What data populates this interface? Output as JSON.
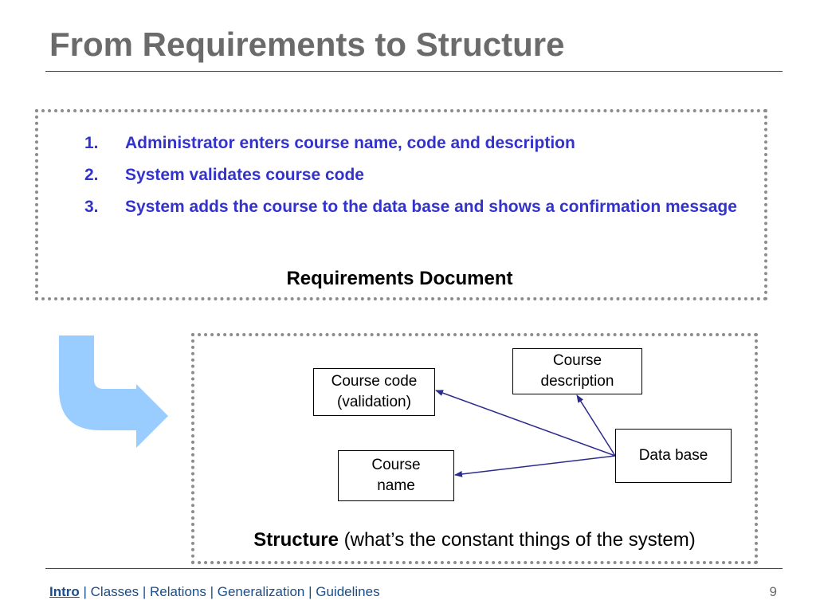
{
  "slide": {
    "title": "From Requirements to Structure",
    "page_number": "9"
  },
  "requirements": {
    "items": [
      {
        "num": "1.",
        "text": "Administrator enters course name, code and description"
      },
      {
        "num": "2.",
        "text": "System validates course code"
      },
      {
        "num": "3.",
        "text": "System adds the course to the data base and shows a confirmation message"
      }
    ],
    "caption": "Requirements Document"
  },
  "structure": {
    "entities": {
      "course_code": {
        "line1": "Course code",
        "line2": "(validation)"
      },
      "course_description": {
        "line1": "Course",
        "line2": "description"
      },
      "course_name": {
        "line1": "Course",
        "line2": "name"
      },
      "data_base": {
        "line1": "Data base"
      }
    },
    "caption_bold": "Structure",
    "caption_rest": " (what’s the constant things of the system)"
  },
  "footer": {
    "nav": [
      {
        "label": "Intro",
        "current": true
      },
      {
        "label": "Classes",
        "current": false
      },
      {
        "label": "Relations",
        "current": false
      },
      {
        "label": "Generalization",
        "current": false
      },
      {
        "label": "Guidelines",
        "current": false
      }
    ],
    "separator": " | "
  },
  "colors": {
    "title": "#6b6b6b",
    "list_text": "#3333cc",
    "rule": "#1a4e8a",
    "arrow_fill": "#99ccff",
    "connector": "#2b2b8c"
  },
  "icons": {
    "transition_arrow": "bent-down-right-arrow-icon"
  }
}
